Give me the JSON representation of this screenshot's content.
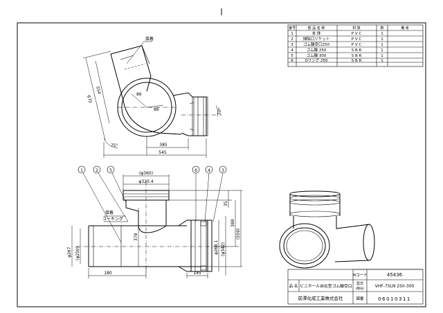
{
  "parts_table": {
    "headers": [
      "番号",
      "部 品 名 称",
      "材 質",
      "数",
      "備 考"
    ],
    "rows": [
      {
        "no": "1",
        "name": "本 体",
        "material": "P V C",
        "qty": "1",
        "note": ""
      },
      {
        "no": "2",
        "name": "掃除口ソケット",
        "material": "P V C",
        "qty": "1",
        "note": ""
      },
      {
        "no": "3",
        "name": "ゴム輪受口250",
        "material": "P V C",
        "qty": "1",
        "note": ""
      },
      {
        "no": "4",
        "name": "ゴム輪 250",
        "material": "S B R",
        "qty": "1",
        "note": ""
      },
      {
        "no": "5",
        "name": "ゴム輪 300",
        "material": "S B R",
        "qty": "1",
        "note": ""
      },
      {
        "no": "6",
        "name": "Oリング 250",
        "material": "S B R",
        "qty": "1",
        "note": ""
      }
    ]
  },
  "side_view": {
    "labels": {
      "weld": "接着"
    },
    "dims": {
      "d1": "670",
      "d2": "554",
      "d3": "385",
      "d4": "545",
      "r86a": "86",
      "r86b": "86",
      "angle_small": "10°",
      "angle_big": "75°"
    }
  },
  "front_view": {
    "callouts": [
      "1",
      "2",
      "5",
      "6",
      "4",
      "3"
    ],
    "labels": {
      "weld": "接着",
      "caulking": "コーキング"
    },
    "dims": {
      "top_outer": "(φ360)",
      "top_inner": "φ320.4",
      "left_outer": "φ267",
      "left_inner": "(φ250)",
      "right_a": "φ268.1",
      "right_b": "(φ342)",
      "h35": "35",
      "h388": "388",
      "h559": "(559)",
      "h378": "378",
      "w180": "180",
      "w145": "145"
    }
  },
  "title_block": {
    "m_code_label": "Mコード",
    "m_code_value": "45436",
    "name_label": "品 名",
    "name_value": "ビニホール自在型ゴム輪受口",
    "model_label": "型式",
    "model_sub_label": "(略号)",
    "model_value": "VHF-75LN 250-300",
    "company": "前澤化成工業株式会社",
    "drawing_no_label": "図番",
    "drawing_no_value": "06010311"
  }
}
